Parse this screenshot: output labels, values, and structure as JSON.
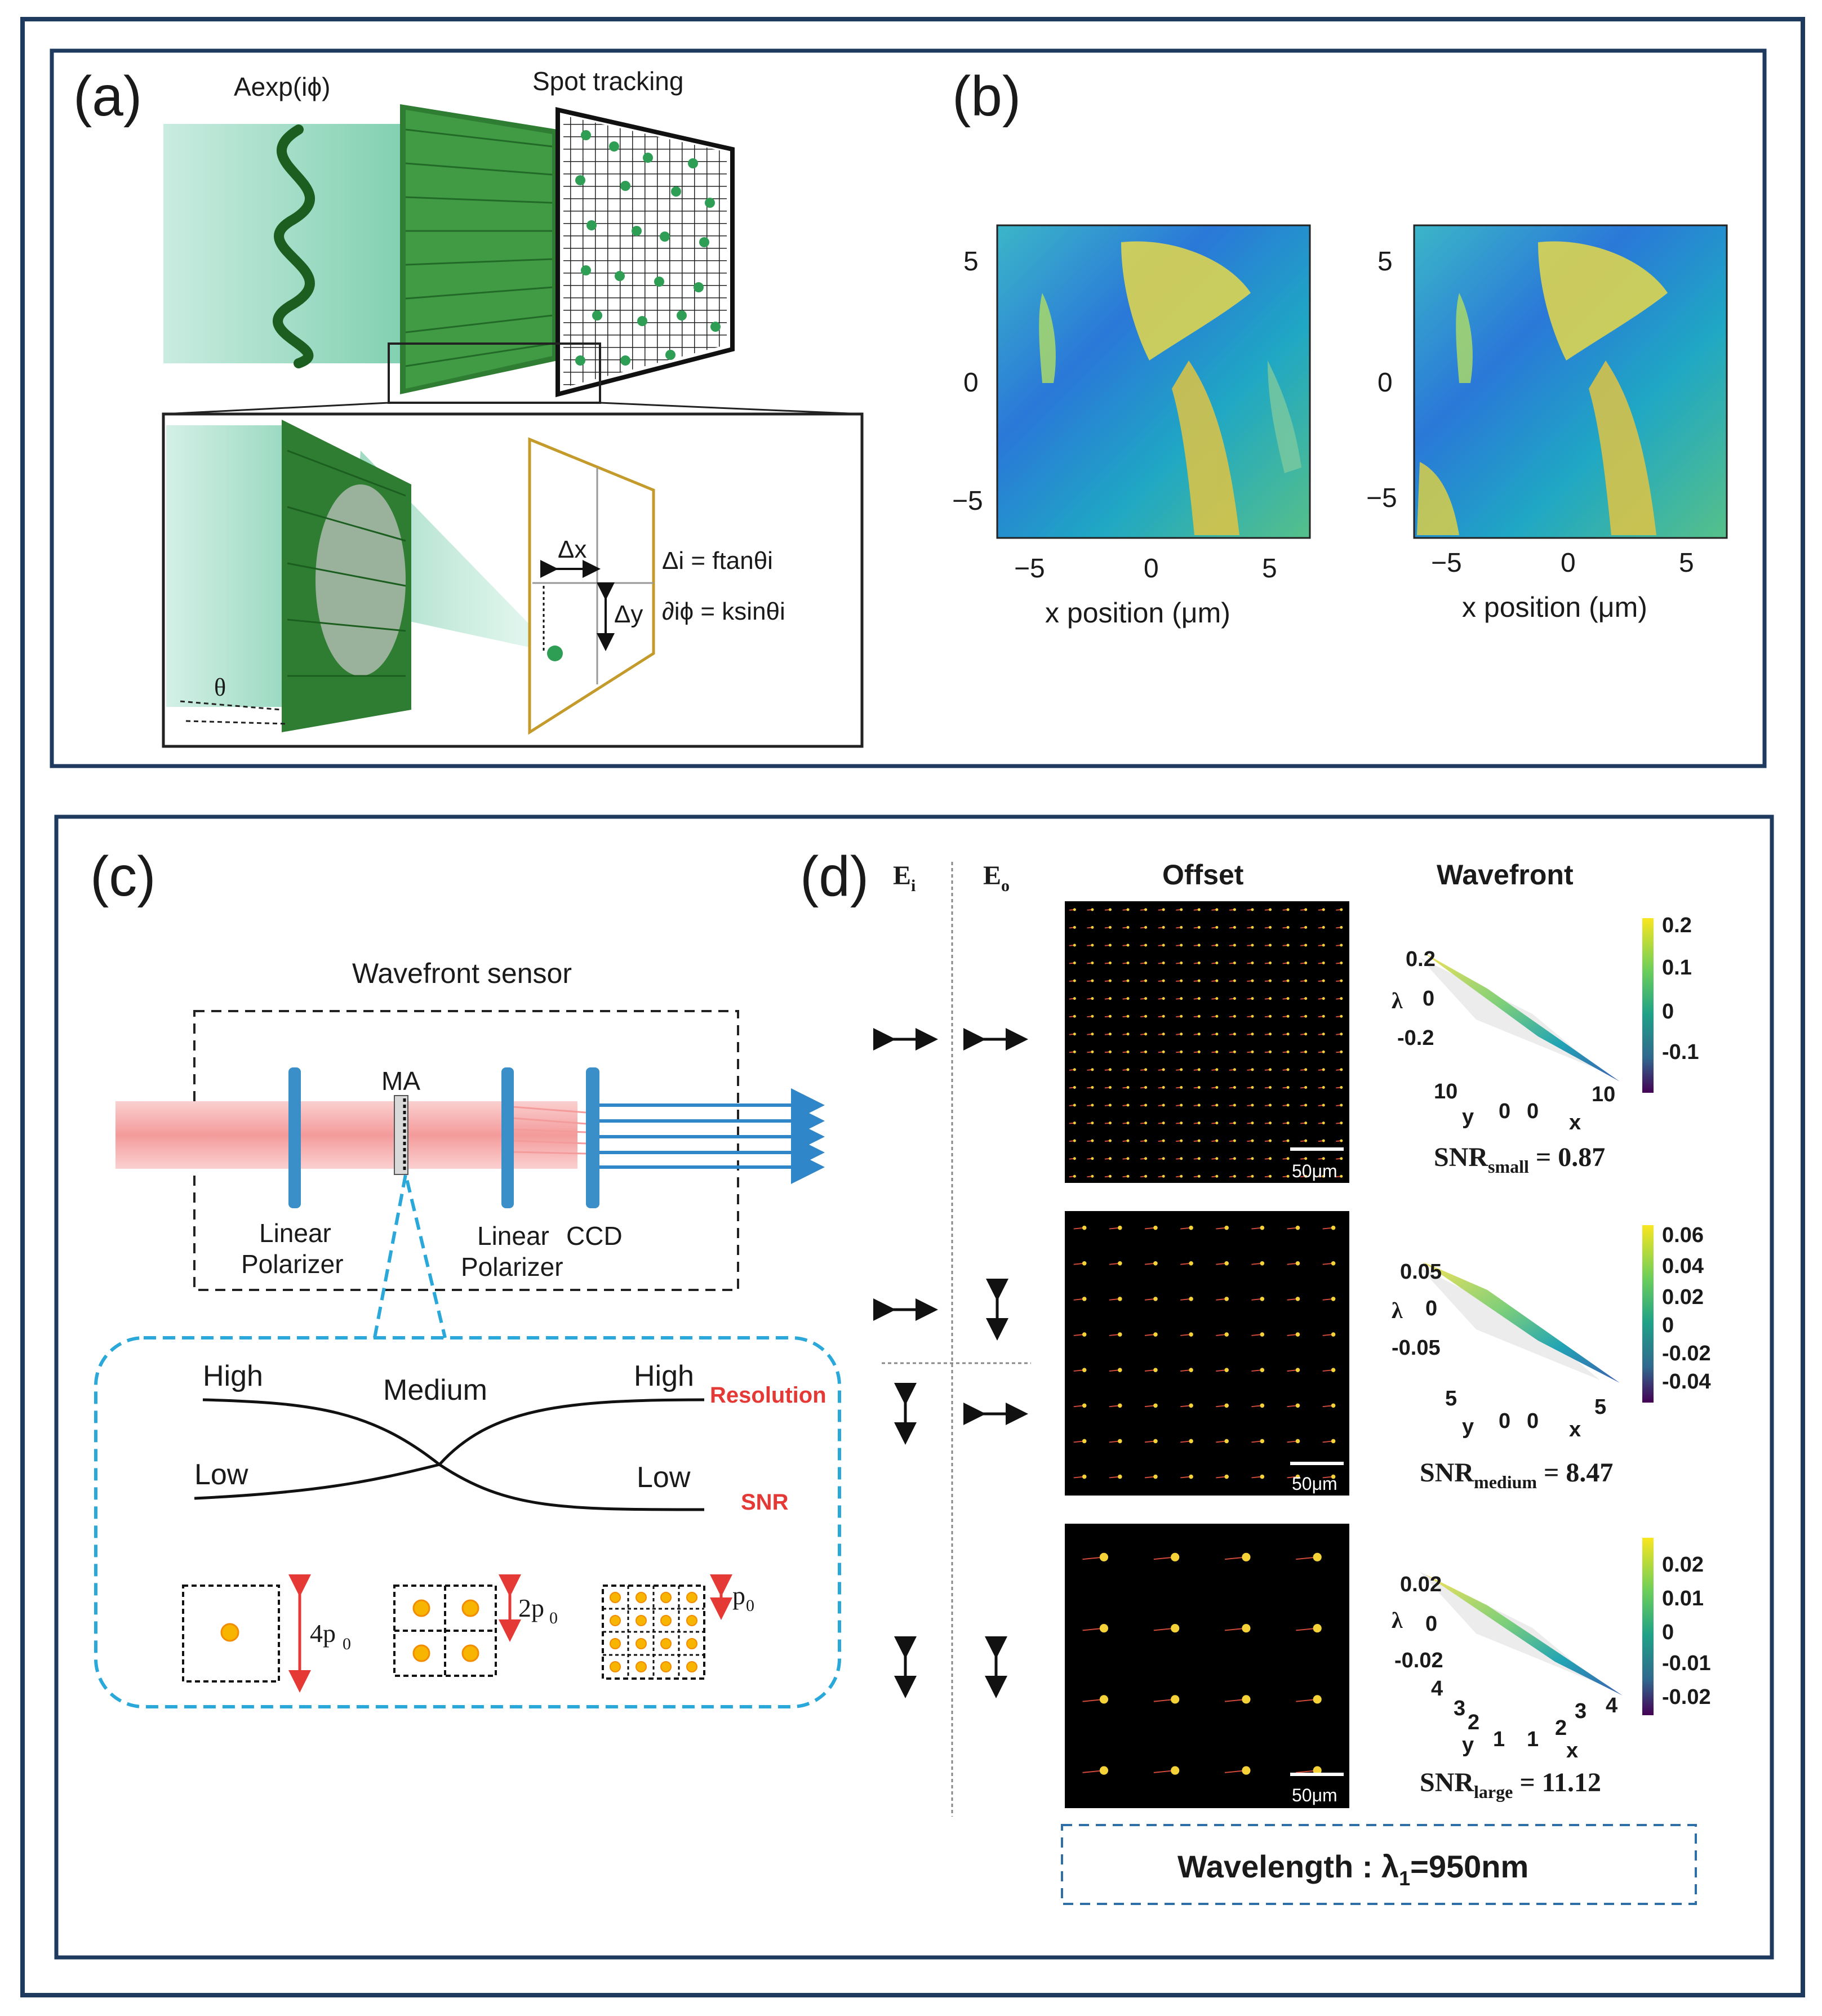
{
  "panel_a": {
    "label": "(a)",
    "field_label": "Aexp(iϕ)",
    "spot_label": "Spot tracking",
    "theta": "θ",
    "dx": "Δx",
    "dy": "Δy",
    "eq1": "Δi = ftanθi",
    "eq2": "∂iϕ = ksinθi"
  },
  "panel_b": {
    "label": "(b)",
    "xlabel": "x position (μm)",
    "xticks": [
      "−5",
      "0",
      "5"
    ],
    "yticks": [
      "5",
      "0",
      "−5"
    ]
  },
  "panel_c": {
    "label": "(c)",
    "title": "Wavefront sensor",
    "ma": "MA",
    "polarizer1": [
      "Linear",
      "Polarizer"
    ],
    "polarizer2": [
      "Linear",
      "Polarizer"
    ],
    "ccd": "CCD",
    "high_left": "High",
    "medium": "Medium",
    "high_right": "High",
    "low_left": "Low",
    "low_right": "Low",
    "resolution": "Resolution",
    "snr": "SNR",
    "pitch": [
      "4p",
      "2p",
      "p"
    ],
    "pitch_sub": "0",
    "colors": {
      "resolution": "#e53935",
      "snr": "#e53935",
      "beam": "#f4a7a7",
      "lens": "#3a8fc8",
      "dashed_box": "#29a8d9"
    }
  },
  "panel_d": {
    "label": "(d)",
    "ei": "E",
    "ei_sub": "i",
    "eo": "E",
    "eo_sub": "o",
    "offset_title": "Offset",
    "wavefront_title": "Wavefront",
    "scale_bar": "50μm",
    "lambda_axis": "λ",
    "rows": [
      {
        "snr_main": "SNR",
        "snr_sub": "small",
        "snr_val": " = 0.87",
        "colorbar": [
          "0.2",
          "0.1",
          "0",
          "-0.1"
        ],
        "zticks": [
          "0.2",
          "0",
          "-0.2"
        ],
        "y_tick": "10",
        "x_tick": "10"
      },
      {
        "snr_main": "SNR",
        "snr_sub": "medium",
        "snr_val": " = 8.47",
        "colorbar": [
          "0.06",
          "0.04",
          "0.02",
          "0",
          "-0.02",
          "-0.04"
        ],
        "zticks": [
          "0.05",
          "0",
          "-0.05"
        ],
        "y_tick": "5",
        "x_tick": "5"
      },
      {
        "snr_main": "SNR",
        "snr_sub": "large",
        "snr_val": " = 11.12",
        "colorbar": [
          "0.02",
          "0.01",
          "0",
          "-0.01",
          "-0.02"
        ],
        "zticks": [
          "0.02",
          "0",
          "-0.02"
        ],
        "y_tick": "4",
        "x_tick": "4"
      }
    ],
    "wavelength": "Wavelength : λ",
    "wavelength_sub": "1",
    "wavelength_val": "=950nm"
  }
}
